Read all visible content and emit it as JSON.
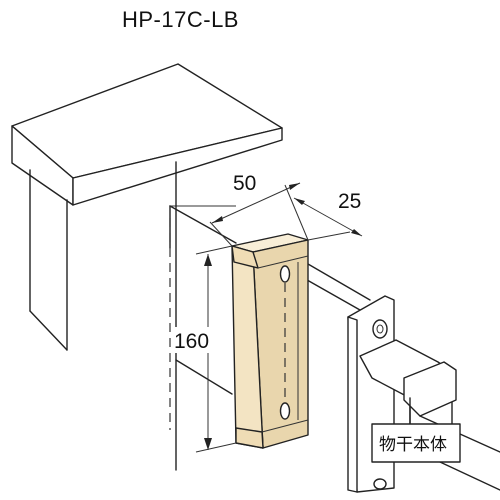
{
  "title": "HP-17C-LB",
  "dimensions": {
    "width": "50",
    "depth": "25",
    "height": "160"
  },
  "label": "物干本体",
  "colors": {
    "block_fill": "#f3e4c3",
    "line": "#222222"
  }
}
